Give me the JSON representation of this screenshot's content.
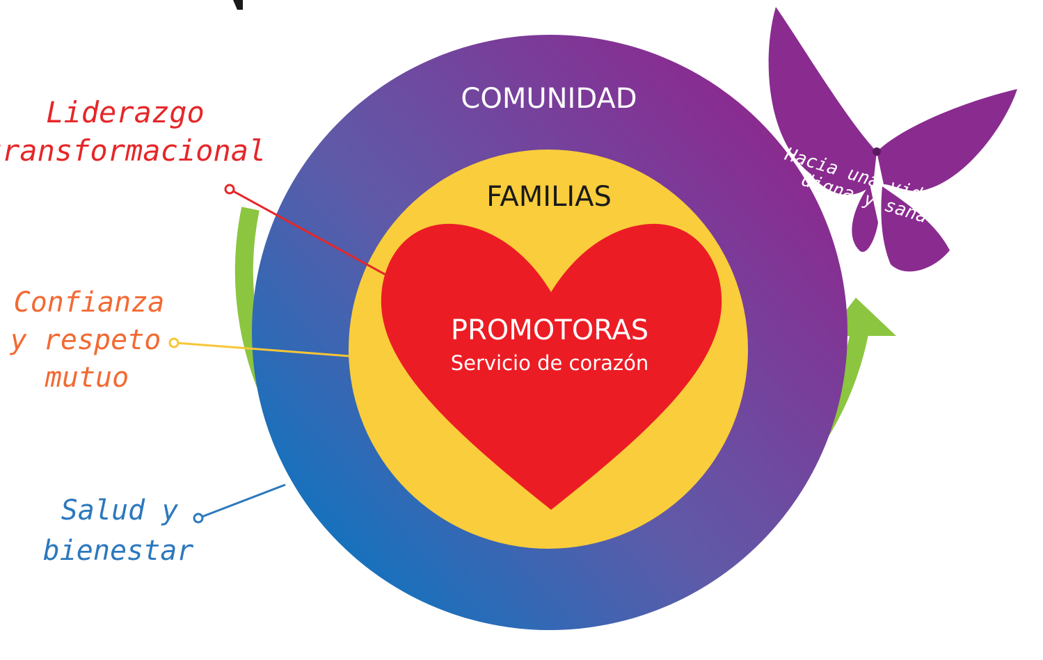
{
  "rings": {
    "outer": "COMUNIDAD",
    "middle": "FAMILIAS",
    "core_title": "PROMOTORAS",
    "core_subtitle": "Servicio de corazón"
  },
  "labels": {
    "leadership": [
      "Liderazgo",
      "transformacional"
    ],
    "trust": [
      "Confianza",
      "y respeto",
      "mutuo"
    ],
    "health": [
      "Salud y",
      "bienestar"
    ]
  },
  "butterfly": {
    "line1": "Hacia una vida",
    "line2": "digna y sana"
  },
  "colors": {
    "outer_purple": "#8a2b90",
    "outer_blue": "#0f74bf",
    "families_yellow": "#f9cd3b",
    "heart_red": "#ec1c24",
    "arrow_green": "#8cc540",
    "butterfly_purple": "#8a2b90",
    "leadership_red": "#e52729",
    "trust_orange": "#f26a33",
    "health_blue": "#2c78bd"
  },
  "icons": {
    "butterfly": "butterfly-icon",
    "heart": "heart-icon",
    "arrow": "arrow-icon"
  }
}
